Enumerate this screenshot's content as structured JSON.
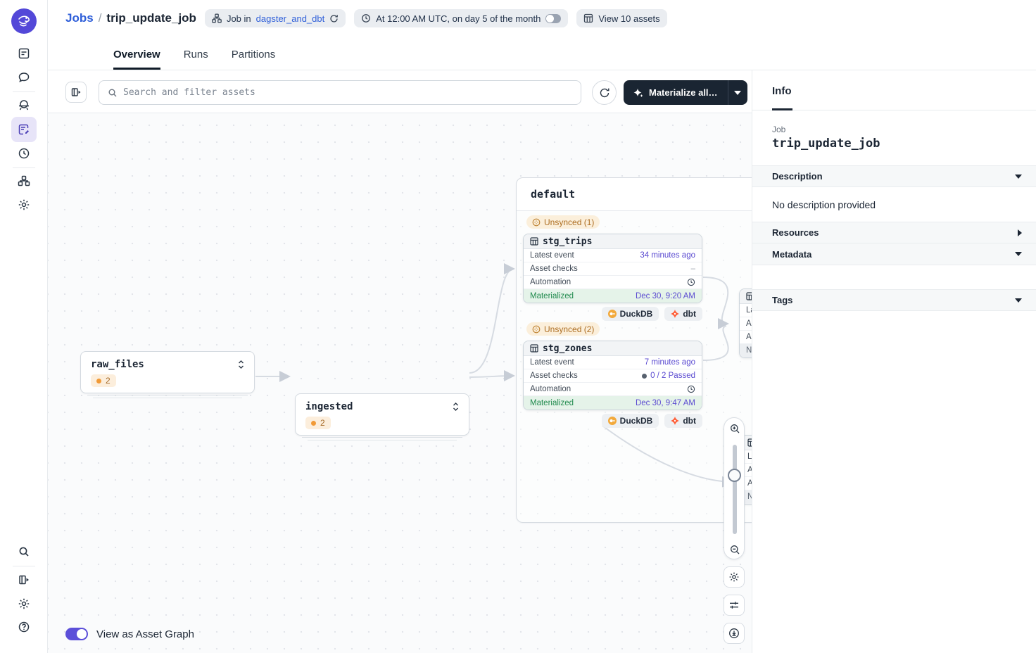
{
  "header": {
    "breadcrumb": {
      "section": "Jobs",
      "separator": "/",
      "title": "trip_update_job"
    },
    "badges": {
      "job_in_prefix": "Job in",
      "job_in_link": "dagster_and_dbt",
      "schedule": "At 12:00 AM UTC, on day 5 of the month",
      "assets": "View 10 assets"
    },
    "tabs": [
      {
        "label": "Overview"
      },
      {
        "label": "Runs"
      },
      {
        "label": "Partitions"
      }
    ]
  },
  "toolbar": {
    "search_placeholder": "Search and filter assets",
    "materialize_label": "Materialize all…"
  },
  "graph": {
    "group_name": "default",
    "collapsed_nodes": [
      {
        "title": "raw_files",
        "count": "2"
      },
      {
        "title": "ingested",
        "count": "2"
      }
    ],
    "unsynced_badges": [
      {
        "label": "Unsynced (1)"
      },
      {
        "label": "Unsynced (2)"
      }
    ],
    "assets": [
      {
        "name": "stg_trips",
        "latest_event_label": "Latest event",
        "latest_event": "34 minutes ago",
        "asset_checks_label": "Asset checks",
        "asset_checks": "–",
        "automation_label": "Automation",
        "materialized_label": "Materialized",
        "materialized": "Dec 30, 9:20 AM",
        "tag1": "DuckDB",
        "tag2": "dbt"
      },
      {
        "name": "stg_zones",
        "latest_event_label": "Latest event",
        "latest_event": "7 minutes ago",
        "asset_checks_label": "Asset checks",
        "asset_checks": "0 / 2 Passed",
        "automation_label": "Automation",
        "materialized_label": "Materialized",
        "materialized": "Dec 30, 9:47 AM",
        "tag1": "DuckDB",
        "tag2": "dbt"
      }
    ],
    "clipped_rows": [
      "Lat",
      "Ass",
      "Aut",
      "Nev"
    ],
    "view_toggle_label": "View as Asset Graph"
  },
  "info_panel": {
    "title": "Info",
    "job_label": "Job",
    "job_name": "trip_update_job",
    "description_label": "Description",
    "description_body": "No description provided",
    "resources_label": "Resources",
    "metadata_label": "Metadata",
    "tags_label": "Tags"
  },
  "colors": {
    "accent_purple": "#5C4FD9",
    "link_blue": "#2F5FD9",
    "materialized_green": "#208A4D",
    "unsynced_orange": "#AD6E22",
    "button_dark": "#1A2532",
    "duckdb_yellow": "#F2A93B",
    "dbt_orange": "#FF5C35"
  }
}
